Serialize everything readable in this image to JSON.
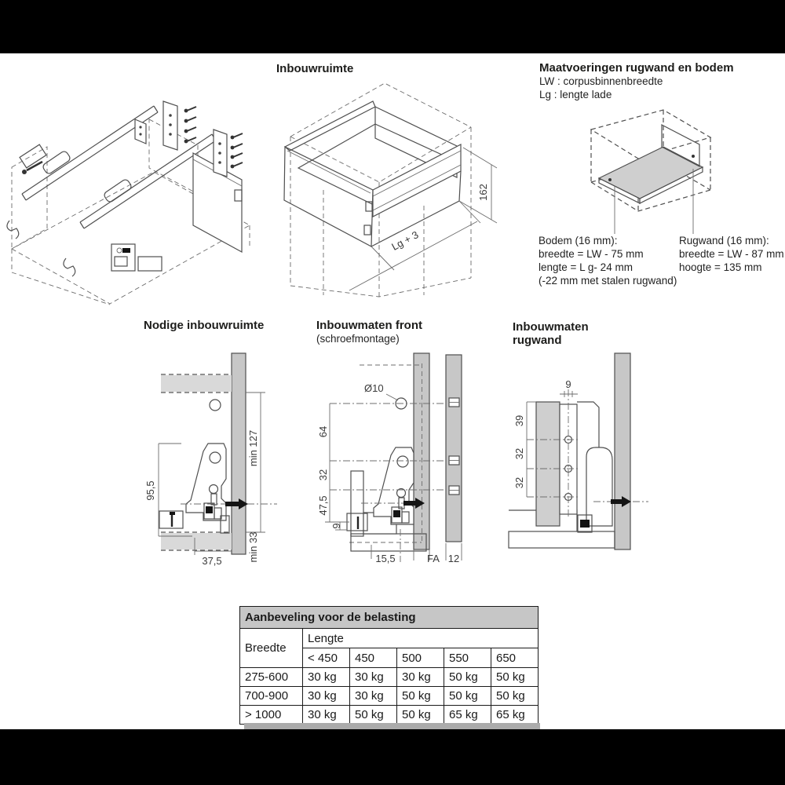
{
  "headers": {
    "inbouwruimte": "Inbouwruimte",
    "maatvoeringen": "Maatvoeringen rugwand en bodem",
    "lw_legend": "LW : corpusbinnenbreedte",
    "lg_legend": "Lg : lengte lade",
    "nodige": "Nodige inbouwruimte",
    "front": "Inbouwmaten front",
    "front_sub": "(schroefmontage)",
    "rugwand_line1": "Inbouwmaten",
    "rugwand_line2": "rugwand"
  },
  "notes": {
    "bodem_title": "Bodem (16 mm):",
    "bodem_l1": "breedte = LW - 75 mm",
    "bodem_l2": "lengte = L g- 24 mm",
    "bodem_l3": "(-22 mm met stalen rugwand)",
    "rugwand_title": "Rugwand (16 mm):",
    "rugwand_l1": "breedte = LW - 87 mm",
    "rugwand_l2": "hoogte = 135 mm"
  },
  "dims": {
    "inbouwruimte": {
      "height": "162",
      "length": "Lg + 3"
    },
    "nodige": {
      "bracket_height": "95,5",
      "min_top": "min 127",
      "min_bottom": "min 33",
      "depth": "37,5"
    },
    "front": {
      "hole": "Ø10",
      "d64": "64",
      "d32": "32",
      "d475": "47,5",
      "d9": "9",
      "b155": "15,5",
      "bfa": "FA",
      "b12": "12"
    },
    "rugwand": {
      "offset9": "9",
      "d39": "39",
      "d32a": "32",
      "d32b": "32"
    }
  },
  "table": {
    "title": "Aanbeveling voor de belasting",
    "row_header": "Breedte",
    "col_group": "Lengte",
    "columns": [
      "< 450",
      "450",
      "500",
      "550",
      "650"
    ],
    "rows": [
      {
        "label": "275-600",
        "values": [
          "30 kg",
          "30 kg",
          "30 kg",
          "50 kg",
          "50 kg"
        ]
      },
      {
        "label": "700-900",
        "values": [
          "30 kg",
          "30 kg",
          "50 kg",
          "50 kg",
          "50 kg"
        ]
      },
      {
        "label": "> 1000",
        "values": [
          "30 kg",
          "50 kg",
          "50 kg",
          "65 kg",
          "65 kg"
        ]
      }
    ]
  },
  "colors": {
    "scan_bar": "#000000",
    "table_header_bg": "#c6c6c6",
    "panel_gray": "#c7c7c7",
    "light_gray": "#d9d9d9",
    "line": "#4f4f4f",
    "shadow": "#ababab"
  }
}
